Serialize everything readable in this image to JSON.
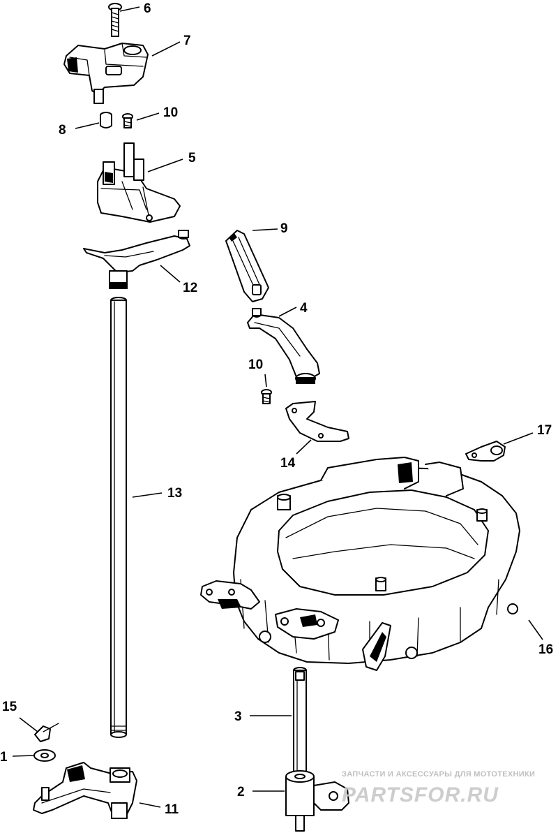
{
  "callouts": {
    "c1": "1",
    "c2": "2",
    "c3": "3",
    "c4": "4",
    "c5": "5",
    "c6": "6",
    "c7": "7",
    "c8": "8",
    "c9": "9",
    "c10a": "10",
    "c10b": "10",
    "c11": "11",
    "c12": "12",
    "c13": "13",
    "c14": "14",
    "c15": "15",
    "c16": "16",
    "c17": "17"
  },
  "watermark": {
    "tagline": "ЗАПЧАСТИ И АКСЕССУАРЫ ДЛЯ МОТОТЕХНИКИ",
    "logo": "PARTSFOR.RU"
  }
}
